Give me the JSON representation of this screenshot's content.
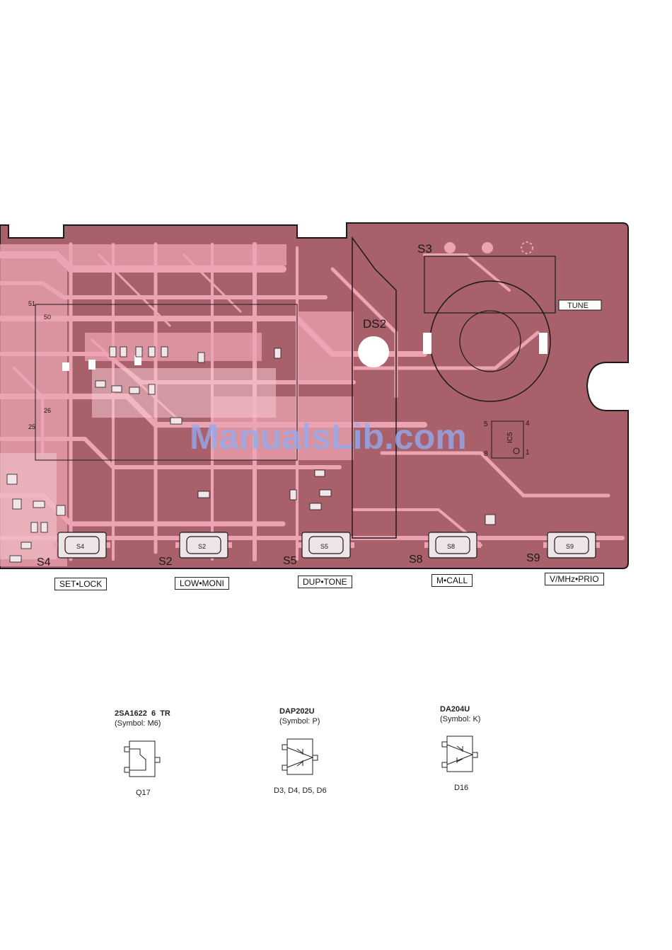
{
  "board": {
    "silk_labels": {
      "s3": "S3",
      "ds2": "DS2",
      "tune_box": "TUNE",
      "s4": "S4",
      "s2": "S2",
      "s5": "S5",
      "s8": "S8",
      "s9": "S9",
      "pin51": "51",
      "pin50": "50",
      "pin26": "26",
      "pin25": "25",
      "ic_pin5": "5",
      "ic_pin4": "4",
      "ic_pin8": "8",
      "ic_pin1": "1",
      "ic_ref": "IC5"
    },
    "switch_caps": [
      "S4",
      "S2",
      "S5",
      "S8",
      "S9"
    ]
  },
  "keys": [
    {
      "label": "SET•LOCK"
    },
    {
      "label": "LOW•MONI"
    },
    {
      "label": "DUP•TONE"
    },
    {
      "label": "M•CALL"
    },
    {
      "label": "V/MHz•PRIO"
    }
  ],
  "parts": [
    {
      "part_no": "2SA1622  6  TR",
      "symbol": "(Symbol: M6)",
      "refs": "Q17"
    },
    {
      "part_no": "DAP202U",
      "symbol": "(Symbol: P)",
      "refs": "D3, D4, D5, D6"
    },
    {
      "part_no": "DA204U",
      "symbol": "(Symbol: K)",
      "refs": "D16"
    }
  ],
  "watermark": "ManualsLib.com",
  "colors": {
    "board": "#a8616a",
    "trace": "#eda4b2",
    "outline": "#1a1a1a",
    "watermark": "#96aaf0"
  }
}
